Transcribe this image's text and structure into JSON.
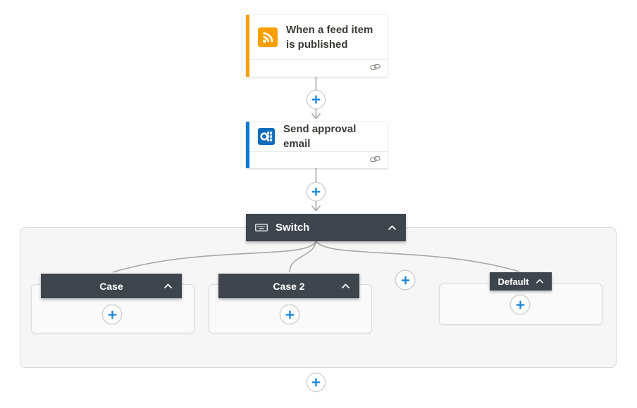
{
  "trigger_card": {
    "title": "When a feed item is published",
    "accent_color": "#F8A000",
    "icon": "rss-icon"
  },
  "action_card": {
    "title": "Send approval email",
    "accent_color": "#0078D4",
    "icon_color": "#0F6CBD",
    "icon": "outlook-icon"
  },
  "switch_block": {
    "label": "Switch",
    "header_color": "#3E454D",
    "icon": "switch-control-icon",
    "collapse_icon": "chevron-up-icon"
  },
  "cases": [
    {
      "label": "Case"
    },
    {
      "label": "Case 2"
    }
  ],
  "default_branch": {
    "label": "Default"
  },
  "colors": {
    "connector_line": "#a8a8a8",
    "plus_icon": "#1683d8",
    "scope_background": "#f6f6f6",
    "scope_border": "#d9d9d9",
    "block_header_background": "#3E454D",
    "card_background": "#ffffff",
    "title_text": "#3b3a39"
  }
}
